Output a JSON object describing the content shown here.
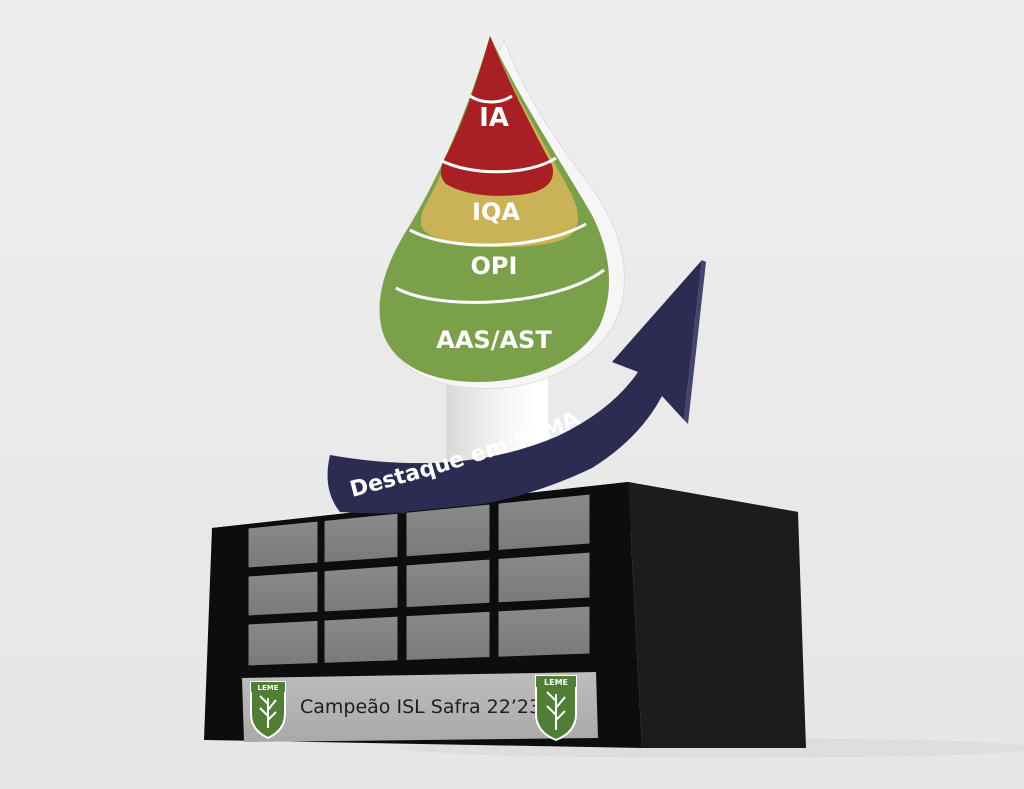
{
  "trophy": {
    "layers": [
      {
        "label": "IA",
        "color": "#a81f24"
      },
      {
        "label": "IQA",
        "color": "#c9b356"
      },
      {
        "label": "OPI",
        "color": "#7ba04a"
      },
      {
        "label": "AAS/AST",
        "color": "#7ba04a"
      }
    ],
    "banner_text": "Destaque em SSMA",
    "arrow_color": "#2c2b52",
    "base_color": "#1a1a1a"
  },
  "plaque": {
    "text": "Campeão ISL Safra 22’23",
    "badge_left": "LEME",
    "badge_right": "LEME",
    "badge_color": "#4f7e34"
  }
}
